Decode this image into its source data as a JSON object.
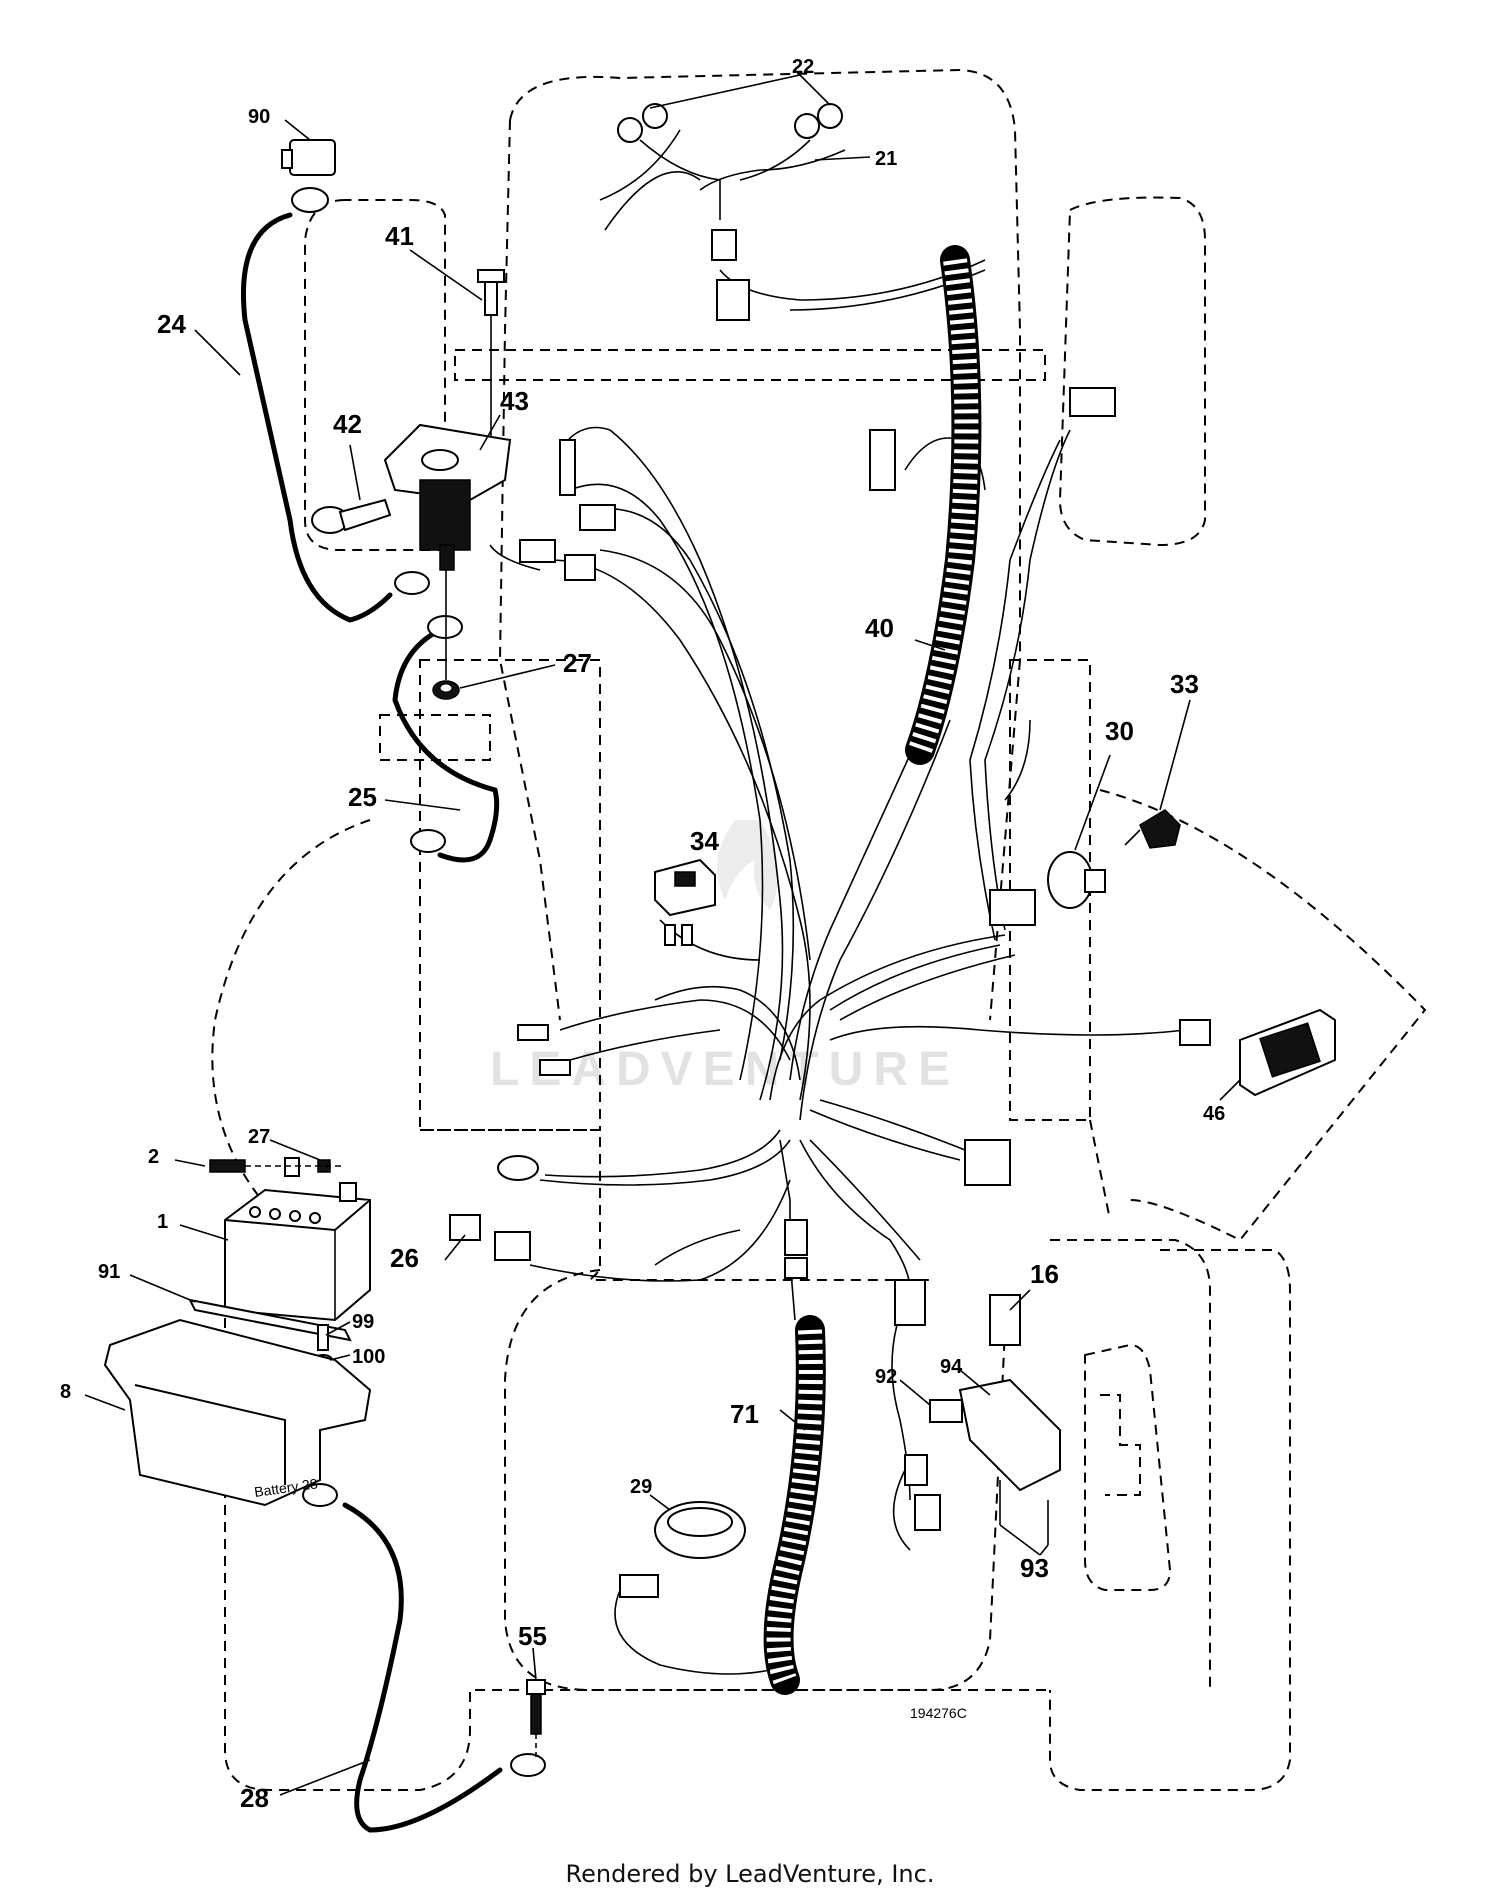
{
  "callouts": {
    "c1": "1",
    "c2": "2",
    "c8": "8",
    "c16": "16",
    "c21": "21",
    "c22": "22",
    "c24": "24",
    "c25": "25",
    "c26": "26",
    "c27a": "27",
    "c27b": "27",
    "c28": "28",
    "c29": "29",
    "c30": "30",
    "c33": "33",
    "c34": "34",
    "c40": "40",
    "c41": "41",
    "c42": "42",
    "c43": "43",
    "c46": "46",
    "c55": "55",
    "c71": "71",
    "c90": "90",
    "c91": "91",
    "c92": "92",
    "c93": "93",
    "c94": "94",
    "c99": "99",
    "c100": "100"
  },
  "battery_tray_text": "Battery 28",
  "drawing_number": "194276C",
  "watermark": "LEADVENTURE",
  "footer": "Rendered by LeadVenture, Inc."
}
